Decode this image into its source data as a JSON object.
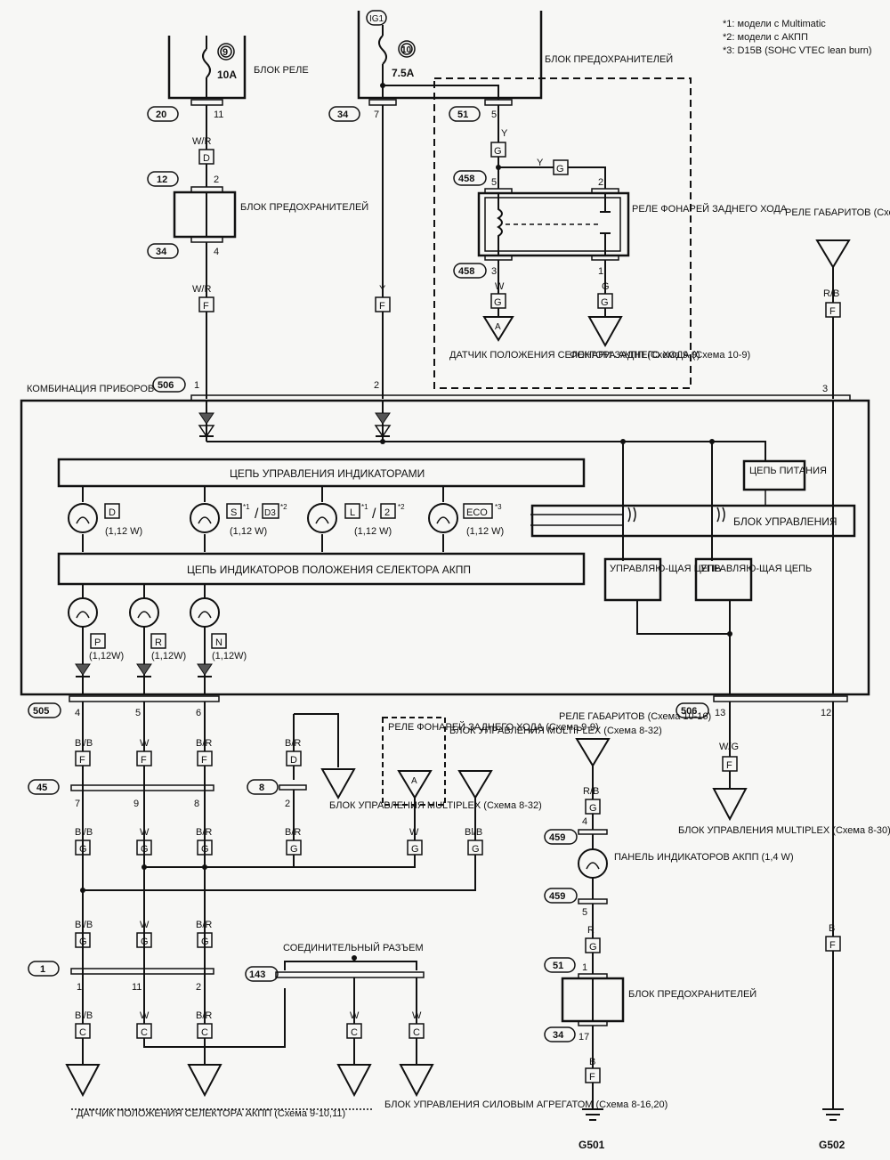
{
  "footnotes": [
    "*1: модели с Multimatic",
    "*2: модели с АКПП",
    "*3: D15B (SOHC VTEC lean burn)"
  ],
  "top": {
    "relay_box": "БЛОК РЕЛЕ",
    "fuse_box": "БЛОК ПРЕДОХРАНИТЕЛЕЙ",
    "ig1": "IG1",
    "fuse9": "9",
    "fuse9_rating": "10A",
    "fuse10": "10",
    "fuse10_rating": "7.5A",
    "conn_20": "20",
    "pin_11": "11",
    "conn_34": "34",
    "pin_7": "7",
    "conn_51": "51",
    "pin_5": "5",
    "conn_12": "12",
    "pin_2": "2",
    "conn_34b": "34",
    "pin_4": "4",
    "fuse_block_mid": "БЛОК ПРЕДОХРАНИТЕЛЕЙ"
  },
  "wires": {
    "W_R": "W/R",
    "Y": "Y",
    "W": "W",
    "G": "G",
    "R_B": "R/B",
    "B": "B",
    "Bl_B": "Bl/B",
    "B_R": "B/R",
    "W_G": "W/G",
    "R": "R"
  },
  "terminals": {
    "D": "D",
    "F": "F",
    "G": "G",
    "C": "C",
    "A": "A"
  },
  "reverse_relay": {
    "label": "РЕЛЕ ФОНАРЕЙ ЗАДНЕГО ХОДА",
    "conn": "458",
    "pin5": "5",
    "pin2": "2",
    "pin3": "3",
    "pin1": "1",
    "to_selector": "ДАТЧИК ПОЛОЖЕНИЯ СЕЛЕКТОРА АКПП (Схема 9-9)",
    "to_lamps": "ФОНАРИ ЗАДНЕГО ХОДА (Схема 10-9)"
  },
  "taillight_relay": "РЕЛЕ ГАБАРИТОВ (Схема 10-16)",
  "cluster": {
    "label": "КОМБИНАЦИЯ ПРИБОРОВ",
    "conn": "506",
    "pin1": "1",
    "pin2": "2",
    "pin3": "3",
    "indicator_circuit": "ЦЕПЬ УПРАВЛЕНИЯ ИНДИКАТОРАМИ",
    "selector_circuit": "ЦЕПЬ ИНДИКАТОРОВ ПОЛОЖЕНИЯ СЕЛЕКТОРА АКПП",
    "power_circuit": "ЦЕПЬ ПИТАНИЯ",
    "control_unit": "БЛОК УПРАВЛЕНИЯ",
    "control_circuit": "УПРАВЛЯЮ-ЩАЯ ЦЕПЬ",
    "lamps": [
      {
        "sym": "D",
        "sup": "",
        "sym2": "",
        "sup2": "",
        "watt": "(1,12 W)"
      },
      {
        "sym": "S",
        "sup": "*1",
        "sym2": "D3",
        "sup2": "*2",
        "watt": "(1,12 W)"
      },
      {
        "sym": "L",
        "sup": "*1",
        "sym2": "2",
        "sup2": "*2",
        "watt": "(1,12 W)"
      },
      {
        "sym": "ECO",
        "sup": "*3",
        "sym2": "",
        "sup2": "",
        "watt": "(1,12 W)"
      }
    ],
    "pos_lamps": [
      {
        "sym": "P",
        "watt": "(1,12W)"
      },
      {
        "sym": "R",
        "watt": "(1,12W)"
      },
      {
        "sym": "N",
        "watt": "(1,12W)"
      }
    ]
  },
  "lower": {
    "conn_505": "505",
    "pins_505": [
      "4",
      "5",
      "6"
    ],
    "conn_506b": "506",
    "pin_13": "13",
    "pin_12": "12",
    "conn_45": "45",
    "pins_45": [
      "7",
      "9",
      "8"
    ],
    "conn_8": "8",
    "pin_8_2": "2",
    "multiplex_32": "БЛОК УПРАВЛЕНИЯ MULTIPLEX (Схема 8-32)",
    "multiplex_30": "БЛОК УПРАВЛЕНИЯ MULTIPLEX (Схема 8-30)",
    "reverse_relay_ref": "РЕЛЕ ФОНАРЕЙ ЗАДНЕГО ХОДА (Схема 9-9)",
    "conn_1": "1",
    "pins_1": [
      "1",
      "11",
      "2"
    ],
    "conn_143": "143",
    "joint_connector": "СОЕДИНИТЕЛЬНЫЙ РАЗЪЕМ",
    "selector_sensor": "ДАТЧИК ПОЛОЖЕНИЯ СЕЛЕКТОРА АКПП (Схема 9-10,11)",
    "pcm": "БЛОК УПРАВЛЕНИЯ СИЛОВЫМ АГРЕГАТОМ (Схема 8-16,20)",
    "conn_459": "459",
    "pin_459_4": "4",
    "pin_459_5": "5",
    "panel": "ПАНЕЛЬ ИНДИКАТОРОВ АКПП (1,4 W)",
    "conn_51": "51",
    "pin_51_1": "1",
    "conn_34": "34",
    "pin_34_17": "17",
    "fuse_box": "БЛОК ПРЕДОХРАНИТЕЛЕЙ",
    "g501": "G501",
    "g502": "G502"
  }
}
